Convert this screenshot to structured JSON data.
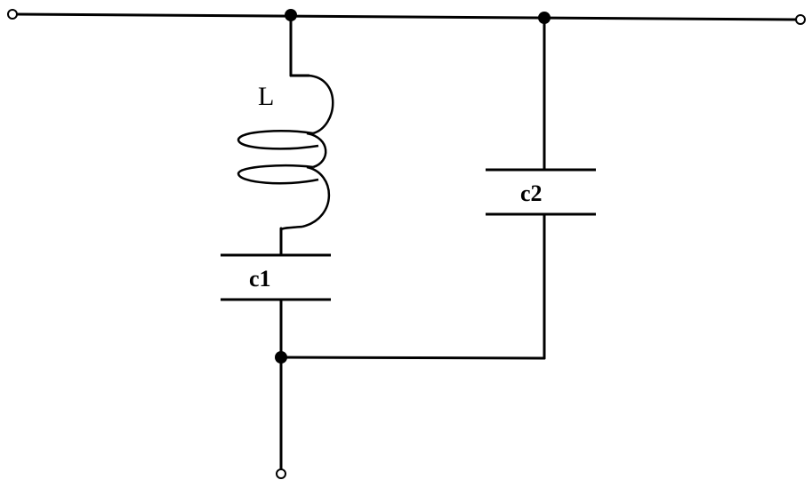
{
  "inductor": {
    "label": "L"
  },
  "capacitor_1": {
    "label": "c1"
  },
  "capacitor_2": {
    "label": "c2"
  }
}
